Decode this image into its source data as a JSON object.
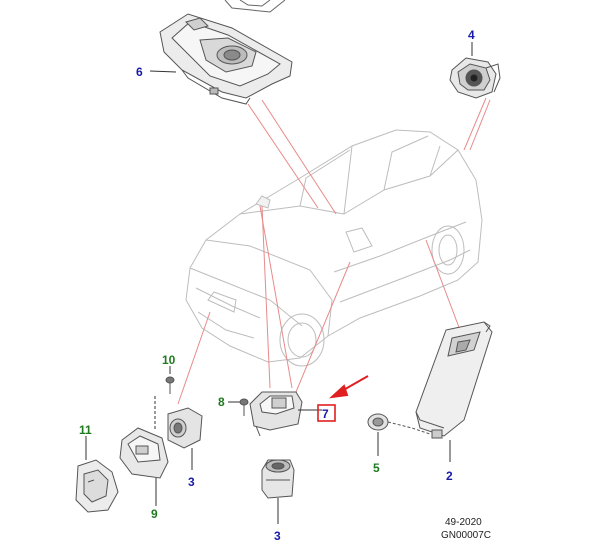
{
  "callouts": [
    {
      "id": "c2",
      "label": "2",
      "color": "#1a1aa8"
    },
    {
      "id": "c3a",
      "label": "3",
      "color": "#1a1aa8"
    },
    {
      "id": "c3b",
      "label": "3",
      "color": "#1a1aa8"
    },
    {
      "id": "c4",
      "label": "4",
      "color": "#1a1aa8"
    },
    {
      "id": "c5",
      "label": "5",
      "color": "#1e7a1e"
    },
    {
      "id": "c6",
      "label": "6",
      "color": "#1a1aa8"
    },
    {
      "id": "c7",
      "label": "7",
      "color": "#1a1aa8"
    },
    {
      "id": "c8",
      "label": "8",
      "color": "#1e7a1e"
    },
    {
      "id": "c9",
      "label": "9",
      "color": "#1e7a1e"
    },
    {
      "id": "c10",
      "label": "10",
      "color": "#1e7a1e"
    },
    {
      "id": "c11",
      "label": "11",
      "color": "#1e7a1e"
    }
  ],
  "footer": {
    "date_code": "49-2020",
    "diagram_code": "GN00007C"
  },
  "colors": {
    "leader_red": "#e88a8a",
    "highlight_red": "#e02020",
    "line_gray": "#555555",
    "part_fill": "#e6e6e6"
  }
}
